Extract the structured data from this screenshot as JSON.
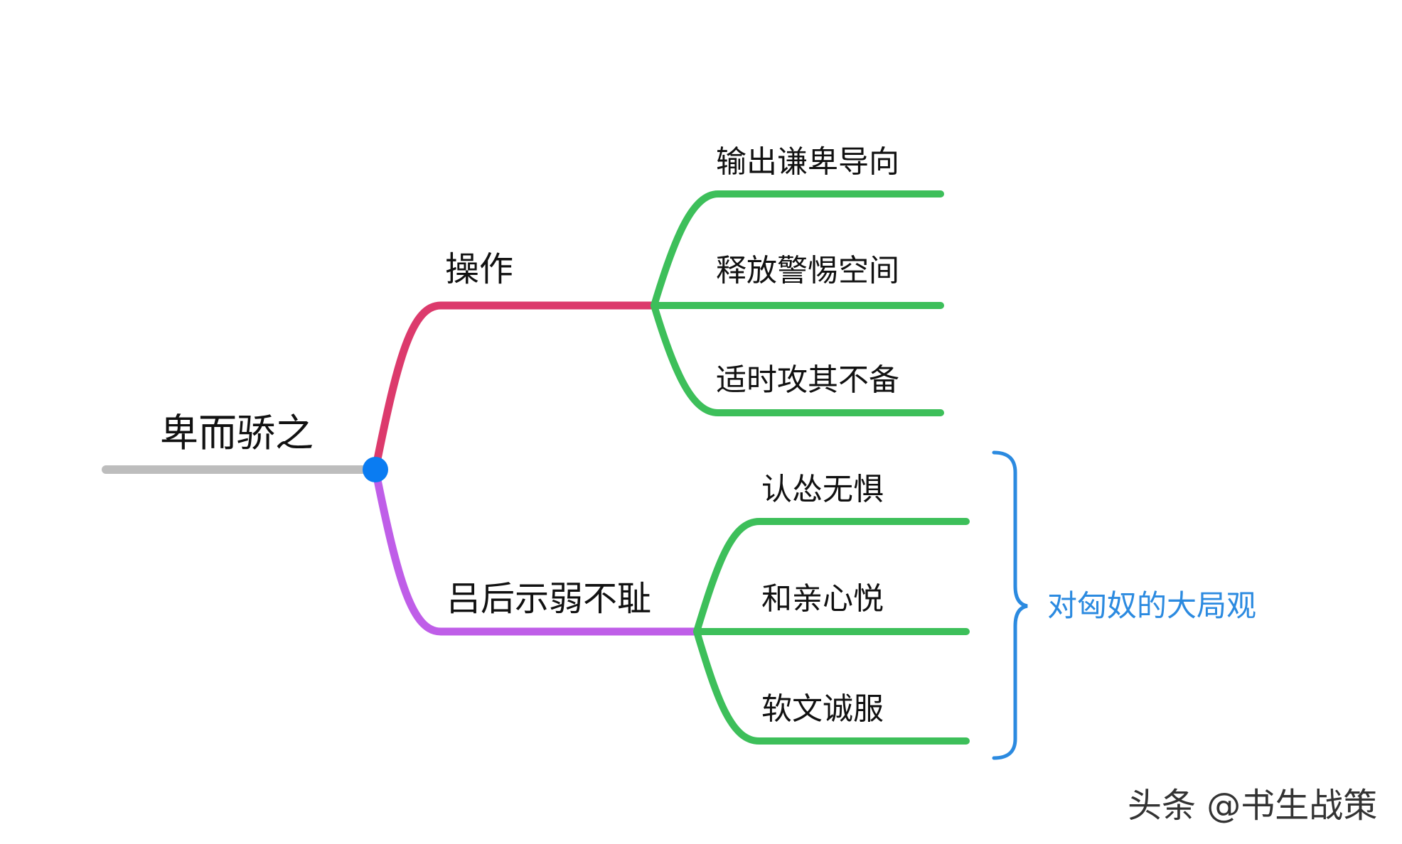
{
  "root": {
    "label": "卑而骄之"
  },
  "branches": [
    {
      "label": "操作",
      "color": "#dc3a6c",
      "children": [
        "输出谦卑导向",
        "释放警惕空间",
        "适时攻其不备"
      ]
    },
    {
      "label": "吕后示弱不耻",
      "color": "#bf5ee8",
      "children": [
        "认怂无惧",
        "和亲心悦",
        "软文诚服"
      ]
    }
  ],
  "leaf_color": "#3dbf5a",
  "root_line_color": "#bdbdbd",
  "node_color": "#0a7cf2",
  "summary": {
    "label": "对匈奴的大局观",
    "color": "#2b8ae0"
  },
  "watermark": "头条 @书生战策"
}
